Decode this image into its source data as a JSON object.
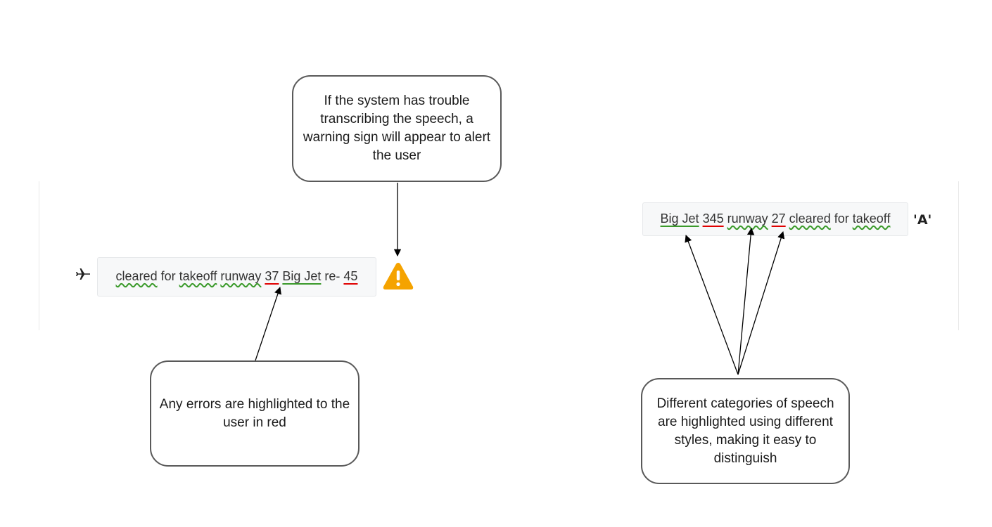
{
  "callouts": {
    "warning": "If the system has trouble transcribing the speech, a warning sign will appear to alert the user",
    "errors": "Any errors are highlighted to the user in red",
    "categories": "Different categories of speech are highlighted using different styles, making it easy to distinguish"
  },
  "left_message": {
    "icon": "airplane-icon",
    "tokens": [
      {
        "text": "cleared",
        "style": "green-wavy"
      },
      {
        "text": "for",
        "style": "none"
      },
      {
        "text": "takeoff",
        "style": "green-wavy"
      },
      {
        "text": "runway",
        "style": "green-wavy"
      },
      {
        "text": "37",
        "style": "red-solid"
      },
      {
        "text": "Big Jet",
        "style": "green-solid"
      },
      {
        "text": "re-",
        "style": "none"
      },
      {
        "text": "45",
        "style": "red-solid"
      }
    ],
    "status_icon": "warning-icon",
    "colors": {
      "warning": "#f5a300"
    }
  },
  "right_message": {
    "icon": "radio-tower-icon",
    "icon_glyph": "'A'",
    "tokens": [
      {
        "text": "Big Jet",
        "style": "green-solid"
      },
      {
        "text": "345",
        "style": "red-solid"
      },
      {
        "text": "runway",
        "style": "green-wavy"
      },
      {
        "text": "27",
        "style": "red-solid"
      },
      {
        "text": "cleared",
        "style": "green-wavy"
      },
      {
        "text": "for",
        "style": "none"
      },
      {
        "text": "takeoff",
        "style": "green-wavy"
      }
    ]
  },
  "colors": {
    "green": "#3a9a2a",
    "red": "#e00000",
    "border": "#595959"
  }
}
